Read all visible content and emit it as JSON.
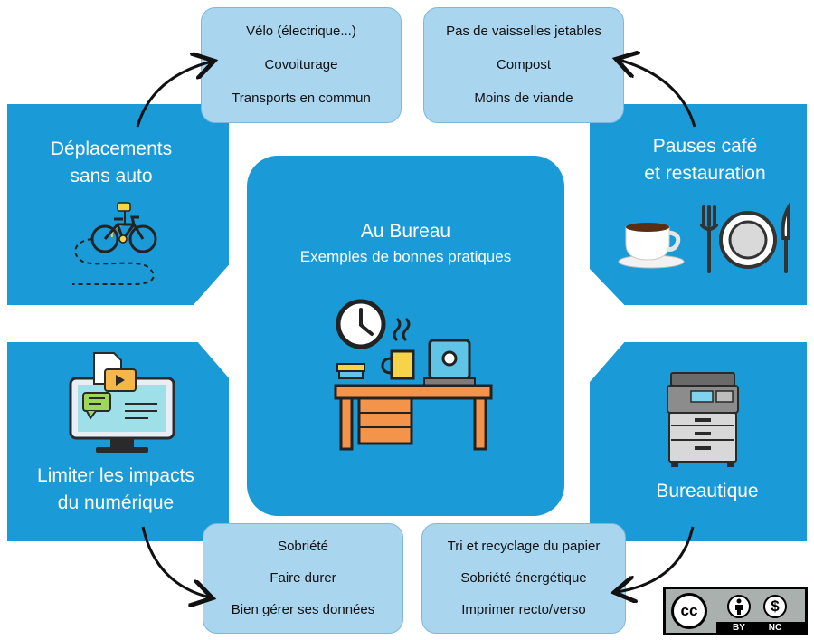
{
  "center": {
    "title": "Au Bureau",
    "subtitle": "Exemples de bonnes pratiques"
  },
  "quadrants": {
    "top_left": {
      "title_line1": "Déplacements",
      "title_line2": "sans auto"
    },
    "top_right": {
      "title_line1": "Pauses café",
      "title_line2": "et restauration"
    },
    "bottom_left": {
      "title_line1": "Limiter les impacts",
      "title_line2": "du numérique"
    },
    "bottom_right": {
      "title_line1": "Bureautique"
    }
  },
  "tips": {
    "transport": [
      "Vélo (électrique...)",
      "Covoiturage",
      "Transports en commun"
    ],
    "food": [
      "Pas de vaisselles jetables",
      "Compost",
      "Moins de viande"
    ],
    "digital": [
      "Sobriété",
      "Faire durer",
      "Bien gérer ses données"
    ],
    "office": [
      "Tri et recyclage du papier",
      "Sobriété énergétique",
      "Imprimer recto/verso"
    ]
  },
  "license": {
    "cc": "cc",
    "by": "BY",
    "nc": "NC"
  },
  "colors": {
    "blue": "#1a9ad6",
    "light_blue": "#a9d5ef",
    "orange": "#f4934a"
  }
}
